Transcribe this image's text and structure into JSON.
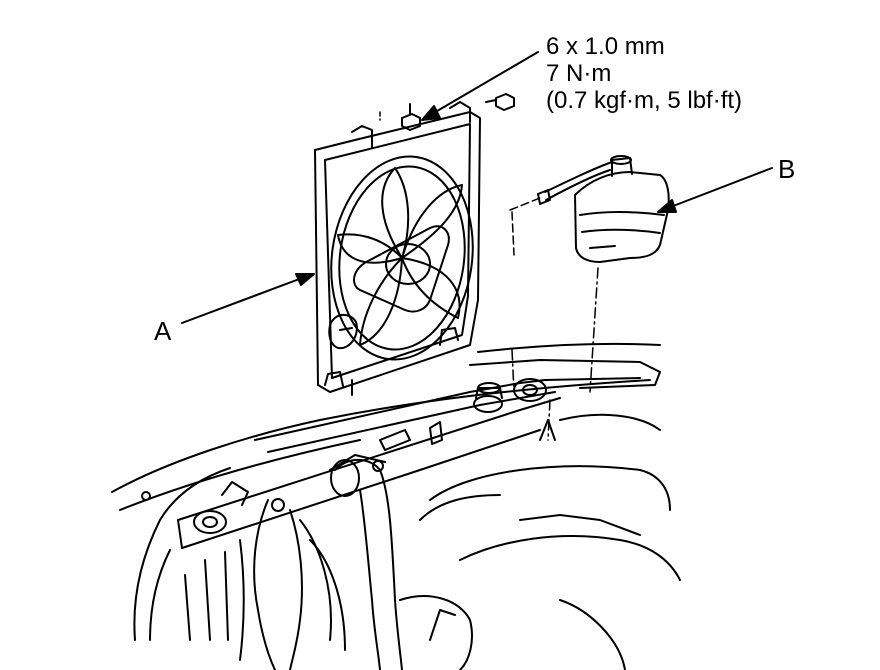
{
  "callouts": {
    "a": "A",
    "b": "B"
  },
  "spec": {
    "size": "6 x 1.0 mm",
    "torque_nm": "7 N·m",
    "torque_alt": "(0.7 kgf·m, 5 lbf·ft)"
  },
  "colors": {
    "line": "#000000",
    "background": "#ffffff"
  }
}
